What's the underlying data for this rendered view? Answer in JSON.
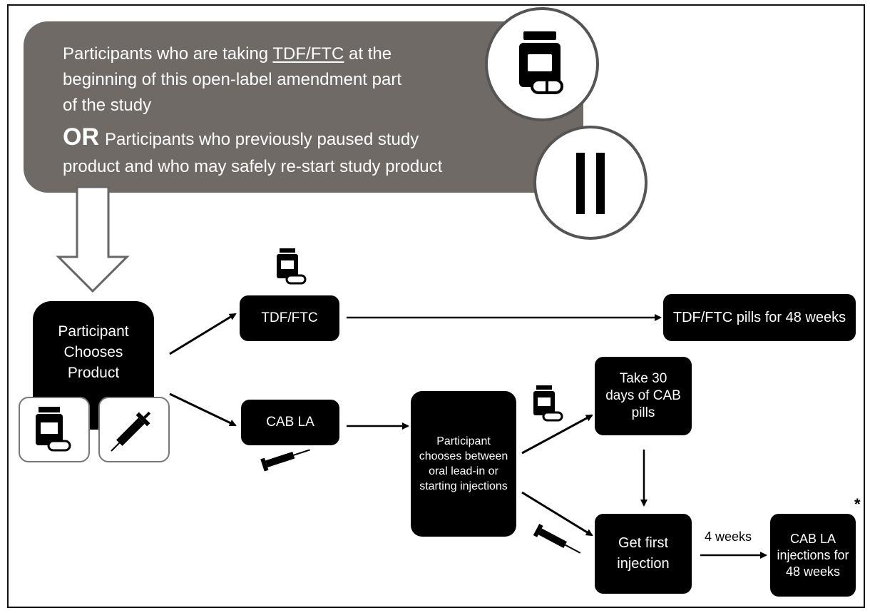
{
  "banner": {
    "line1_pre": "Participants who are taking ",
    "line1_link": "TDF/FTC",
    "line1_post": " at the",
    "line2": "beginning of this open-label amendment part",
    "line3": "of the study",
    "or_word": "OR",
    "line4": "Participants who previously paused study",
    "line5": "product and who may safely re-start study product"
  },
  "nodes": {
    "chooses_product": "Participant Chooses Product",
    "tdf_ftc": "TDF/FTC",
    "tdf_ftc_result": "TDF/FTC pills for 48 weeks",
    "cab_la": "CAB LA",
    "chooses_between": "Participant chooses between oral lead-in or starting injections",
    "take_30_days": "Take 30 days of CAB pills",
    "first_injection": "Get first injection",
    "cab_la_result": "CAB LA injections for 48 weeks"
  },
  "edge_labels": {
    "four_weeks": "4 weeks"
  },
  "footnote_marker": "*",
  "colors": {
    "banner": "#6f6a66",
    "node": "#000000",
    "node_text": "#ffffff"
  }
}
